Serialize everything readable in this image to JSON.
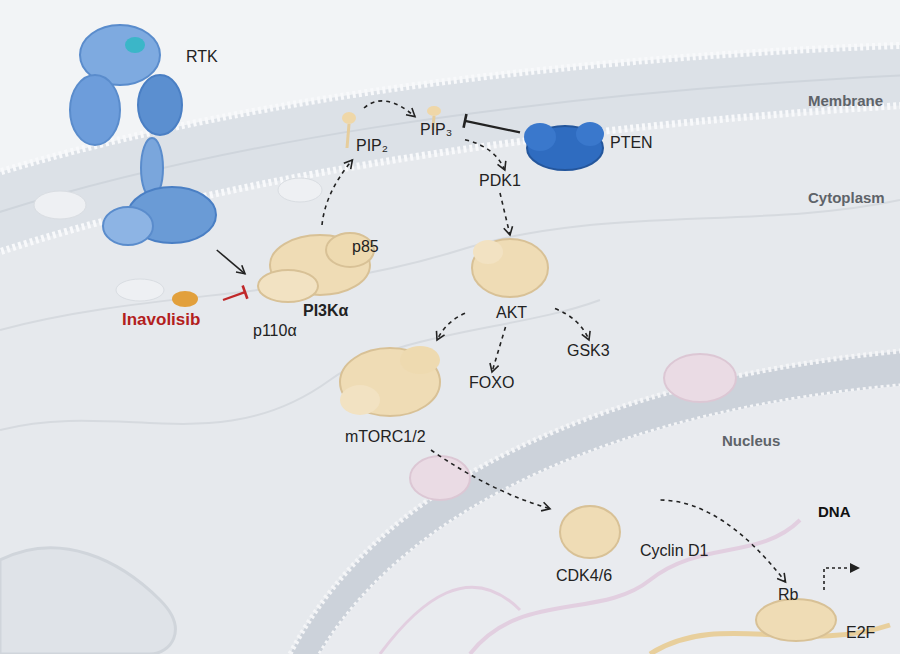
{
  "diagram": {
    "nodes": [
      {
        "text": [
          "RTK"
        ]
      },
      {
        "text": [
          "p85",
          "PI3Kα",
          "p110α"
        ]
      },
      {
        "text": [
          "Inavolisib"
        ]
      },
      {
        "text": [
          "PIP₂"
        ]
      },
      {
        "text": [
          "PIP₃"
        ]
      },
      {
        "text": [
          "PTEN"
        ]
      },
      {
        "text": [
          "PDK1"
        ]
      },
      {
        "text": [
          "AKT"
        ]
      },
      {
        "text": [
          "mTORC1/2"
        ]
      },
      {
        "text": [
          "FOXO"
        ]
      },
      {
        "text": [
          "GSK3"
        ]
      },
      {
        "text": [
          "CDK4/6",
          "Cyclin D1"
        ]
      },
      {
        "text": [
          "Rb",
          "E2F"
        ]
      }
    ],
    "edges": [
      {
        "from": 0,
        "to": 1,
        "arrow": "to"
      },
      {
        "from": 2,
        "to": 1,
        "arrow": "to"
      },
      {
        "from": 1,
        "to": 3,
        "arrow": "to"
      },
      {
        "from": 3,
        "to": 4,
        "arrow": "to"
      },
      {
        "from": 5,
        "to": 4,
        "arrow": "to"
      },
      {
        "from": 4,
        "to": 6,
        "arrow": "to"
      },
      {
        "from": 6,
        "to": 7,
        "arrow": "to"
      },
      {
        "from": 7,
        "to": 8,
        "arrow": "to"
      },
      {
        "from": 7,
        "to": 9,
        "arrow": "to"
      },
      {
        "from": 7,
        "to": 10,
        "arrow": "to"
      },
      {
        "from": 8,
        "to": 11,
        "arrow": "to"
      },
      {
        "from": 11,
        "to": 12,
        "arrow": "to"
      }
    ],
    "labels": [
      "Membrane",
      "Cytoplasm",
      "Nucleus",
      "DNA"
    ]
  }
}
